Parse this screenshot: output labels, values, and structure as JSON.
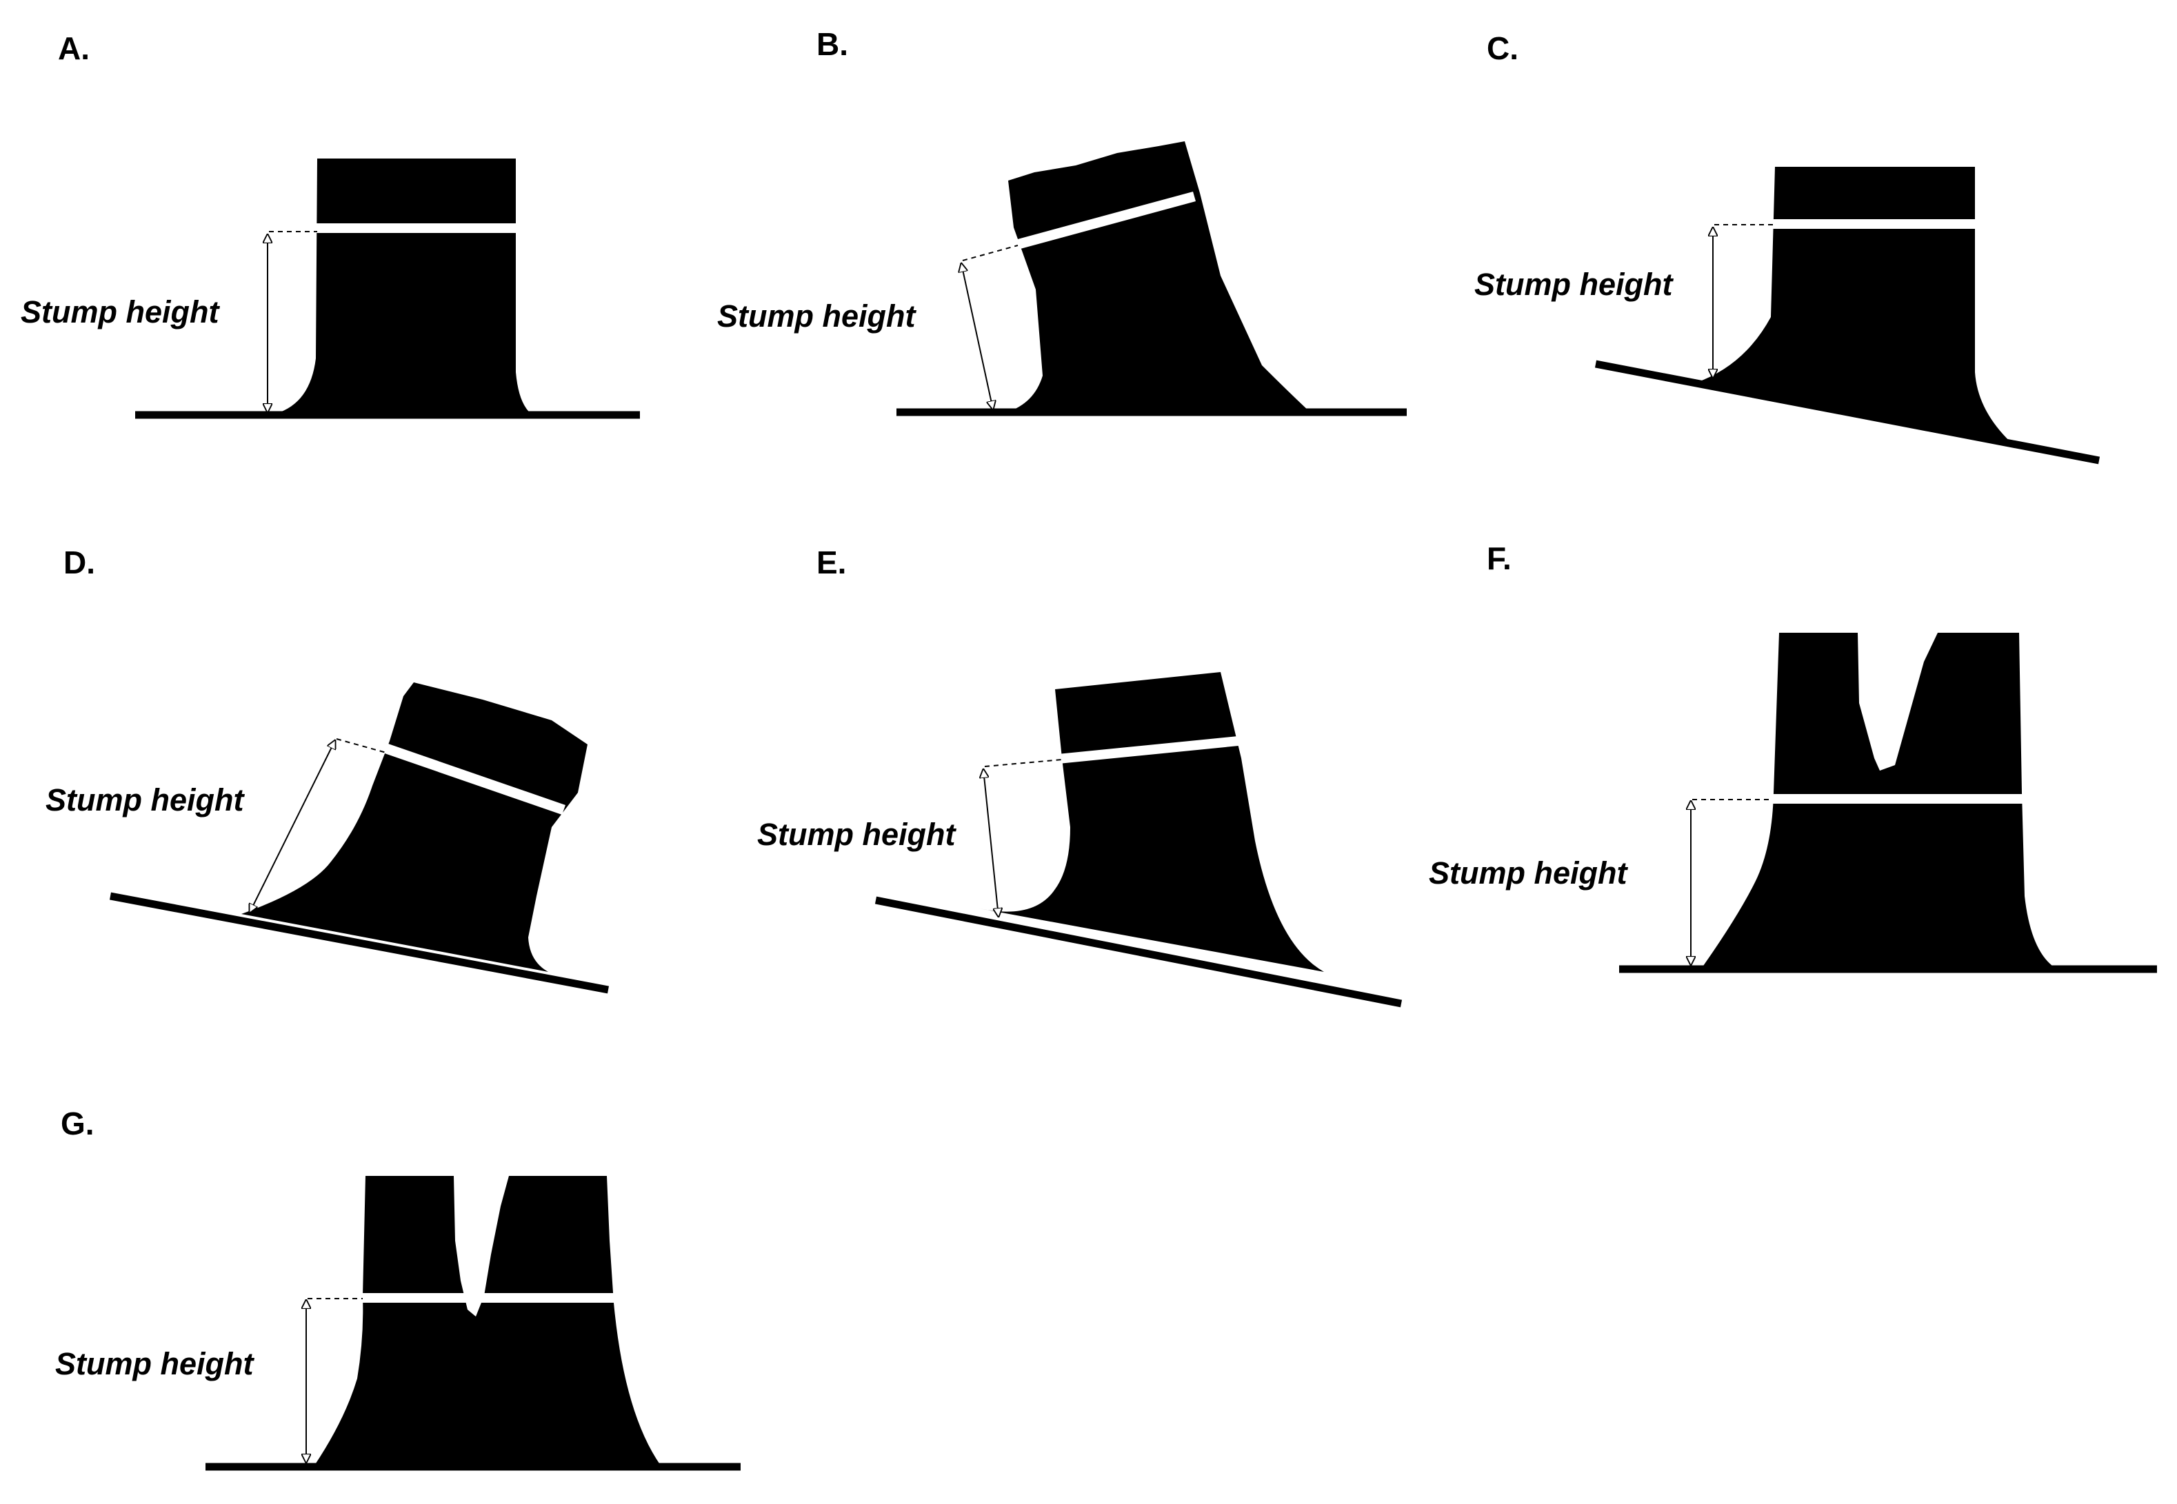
{
  "figure": {
    "measure_label": "Stump height",
    "panels": [
      {
        "id": "A",
        "letter": "A."
      },
      {
        "id": "B",
        "letter": "B."
      },
      {
        "id": "C",
        "letter": "C."
      },
      {
        "id": "D",
        "letter": "D."
      },
      {
        "id": "E",
        "letter": "E."
      },
      {
        "id": "F",
        "letter": "F."
      },
      {
        "id": "G",
        "letter": "G."
      }
    ]
  }
}
